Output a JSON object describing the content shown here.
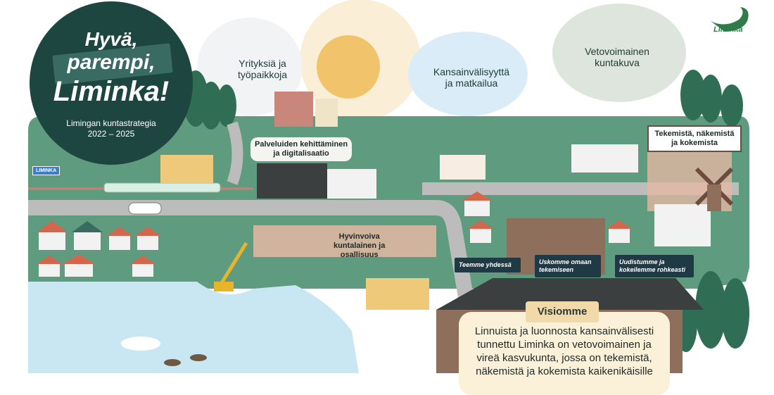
{
  "title": {
    "line1": "Hyvä,",
    "line2": "parempi,",
    "line3": "Liminka!",
    "subtitle_line1": "Limingan kuntastrategia",
    "subtitle_line2": "2022 – 2025"
  },
  "logo": {
    "text": "Liminka"
  },
  "road_sign": {
    "text": "LIMINKA"
  },
  "themes": {
    "yritykset": {
      "line1": "Yrityksiä ja",
      "line2": "työpaikkoja"
    },
    "kansainvalisyys": {
      "line1": "Kansainvälisyyttä",
      "line2": "ja matkailua"
    },
    "vetovoima": {
      "line1": "Vetovoimainen",
      "line2": "kuntakuva"
    },
    "palvelut": {
      "line1": "Palveluiden kehittäminen",
      "line2": "ja digitalisaatio"
    },
    "hyvinvointi": {
      "line1": "Hyvinvoiva",
      "line2": "kuntalainen ja",
      "line3": "osallisuus"
    },
    "tekeminen": {
      "line1": "Tekemistä, näkemistä",
      "line2": "ja kokemista"
    }
  },
  "values": {
    "yhdessa": {
      "line1": "Teemme yhdessä"
    },
    "usko": {
      "line1": "Uskomme omaan",
      "line2": "tekemiseen"
    },
    "uudistus": {
      "line1": "Uudistumme ja",
      "line2": "kokeilemme rohkeasti"
    }
  },
  "vision": {
    "label": "Visiomme",
    "line1": "Linnuista ja luonnosta kansainvälisesti",
    "line2": "tunnettu Liminka on vetovoimainen ja",
    "line3": "vireä kasvukunta, jossa on tekemistä,",
    "line4": "näkemistä ja kokemista kaikenikäisille"
  },
  "colors": {
    "dark_green": "#1e4640",
    "grass": "#5f9b7e",
    "forest": "#2f6e55",
    "water": "#c9e6f3",
    "road": "#bcbcbc",
    "path": "#e4b8a3",
    "sun": "#f1c46b",
    "flag": "#1f3a45",
    "vision_box": "#fbf0d8"
  }
}
